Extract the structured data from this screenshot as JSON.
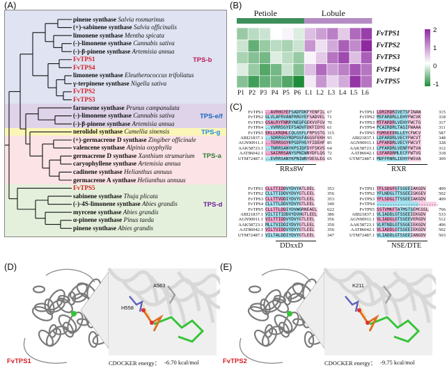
{
  "panels": {
    "a": "(A)",
    "b": "(B)",
    "c": "(C)",
    "d": "(D)",
    "e": "(E)"
  },
  "tree": {
    "leaves": [
      {
        "name": "pinene synthase",
        "species": "Salvia rosmarinus",
        "red": false
      },
      {
        "name": "(+)-sabinene synthase",
        "species": "Salvia officinalis",
        "red": false
      },
      {
        "name": "limonene synthase",
        "species": "Mentha spicata",
        "red": false
      },
      {
        "name": "(-)-limonene synthase",
        "species": "Cannabis sativa",
        "red": false
      },
      {
        "name": "(-)-β-pinene synthase",
        "species": "Artemisia annua",
        "red": false
      },
      {
        "name": "FvTPS1",
        "species": "",
        "red": true
      },
      {
        "name": "FvTPS4",
        "species": "",
        "red": true
      },
      {
        "name": "limonene synthase",
        "species": "Eleutherococcus trifoliatus",
        "red": false
      },
      {
        "name": "γ-terpinene synthase",
        "species": "Nigella sativa",
        "red": false
      },
      {
        "name": "FvTPS2",
        "species": "",
        "red": true
      },
      {
        "name": "FvTPS3",
        "species": "",
        "red": true
      },
      {
        "name": "farnesene synthase",
        "species": "Prunus campanulata",
        "red": false
      },
      {
        "name": "(-)-limonene synthase",
        "species": "Cannabis sativa",
        "red": false
      },
      {
        "name": "(-)-β-pinene synthase",
        "species": "Artemisia annua",
        "red": false
      },
      {
        "name": "nerolidol synthase",
        "species": "Camellia sinensis",
        "red": false
      },
      {
        "name": "(+)-germacrene D synthase",
        "species": "Zingiber officinale",
        "red": false
      },
      {
        "name": "valencene synthase",
        "species": "Alpinia oxyphylla",
        "red": false
      },
      {
        "name": "germacrene D synthase",
        "species": "Xanthium strumarium",
        "red": false
      },
      {
        "name": "caryophyllene synthase",
        "species": "Artemisia annua",
        "red": false
      },
      {
        "name": "cadinene synthase",
        "species": "Helianthus annuus",
        "red": false
      },
      {
        "name": "germacrene A synthase",
        "species": "Helianthus annuus",
        "red": false
      },
      {
        "name": "FvTPS5",
        "species": "",
        "red": true
      },
      {
        "name": "sabinene synthase",
        "species": "Thuja plicata",
        "red": false
      },
      {
        "name": "(-)-4S-limonene synthase",
        "species": "Abies grandis",
        "red": false
      },
      {
        "name": "myrcene synthase",
        "species": "Abies grandis",
        "red": false
      },
      {
        "name": "α-pinene synthase",
        "species": "Pinus taeda",
        "red": false
      },
      {
        "name": "pinene synthase",
        "species": "Abies grandis",
        "red": false
      }
    ],
    "groups": [
      {
        "label": "TPS-b",
        "color": "#c2185b"
      },
      {
        "label": "TPS-e/f",
        "color": "#1565c0"
      },
      {
        "label": "TPS-g",
        "color": "#1e88e5"
      },
      {
        "label": "TPS-a",
        "color": "#2e7d32"
      },
      {
        "label": "TPS-d",
        "color": "#6a1b9a"
      }
    ],
    "band_colors": [
      "#dfe3f2",
      "#ded3e8",
      "#fbf5b8",
      "#fbe3e6",
      "#e5f0dc"
    ]
  },
  "heatmap": {
    "groups": [
      "Petiole",
      "Lobule"
    ],
    "genes": [
      "FvTPS1",
      "FvTPS2",
      "FvTPS3",
      "FvTPS4",
      "FvTPS5"
    ],
    "samples": [
      "P1",
      "P2",
      "P3",
      "P4",
      "P5",
      "P6",
      "L1",
      "L2",
      "L3",
      "L4",
      "L5",
      "L6"
    ],
    "values": [
      [
        -0.6,
        -0.4,
        -0.3,
        0.0,
        0.1,
        -0.2,
        0.6,
        0.9,
        1.2,
        0.5,
        1.4,
        1.8
      ],
      [
        -0.3,
        -0.9,
        -0.6,
        -0.4,
        -0.5,
        -0.3,
        1.0,
        0.3,
        0.8,
        1.5,
        1.1,
        2.0
      ],
      [
        -0.5,
        -0.7,
        -0.8,
        -0.2,
        -0.4,
        -0.6,
        0.1,
        0.5,
        1.3,
        1.7,
        0.6,
        1.5
      ],
      [
        -0.2,
        -0.6,
        -1.0,
        -0.8,
        -0.3,
        -0.7,
        0.6,
        1.4,
        0.9,
        1.2,
        1.6,
        1.3
      ],
      [
        -0.7,
        -1.1,
        -0.9,
        -0.8,
        -1.0,
        -1.3,
        0.2,
        1.0,
        0.4,
        0.8,
        1.9,
        1.3
      ]
    ],
    "scale_ticks": [
      "2",
      "1",
      "0",
      "-1"
    ],
    "colors": {
      "low": "#1f8c3a",
      "mid": "#ffffff",
      "high": "#8e2aa0",
      "group_petiole": "#3f8f5b",
      "group_lobule": "#b48cc4"
    }
  },
  "alignment": {
    "blocks": [
      {
        "motif": "RRx8W",
        "rows": [
          {
            "id": "FvTPS1",
            "seq": "..AVRHGYEFSADFDKFYENFIL",
            "num": "67"
          },
          {
            "id": "FvTPS2",
            "seq": "GLVLAFRVANFRRGYEFSADVEL",
            "num": "71"
          },
          {
            "id": "FvTPS3",
            "seq": "GSALRYFNRRYNEQFGEKVVFGV",
            "num": "70"
          },
          {
            "id": "FvTPS4",
            "seq": "..VVRRSGYEFSADVFDKFIDYG",
            "num": "61"
          },
          {
            "id": "FvTPS5",
            "seq": "EKLLKRQHLCQLGSFLFRPSSTG",
            "num": "315"
          },
          {
            "id": "ABI21837.1",
            "seq": "..SDRRSGYRDPGSFAGGSFEKH",
            "num": "93"
          },
          {
            "id": "AGN90911.1",
            "seq": "..TERRSGYKPSDFHSYFIDEHF",
            "num": "85"
          },
          {
            "id": "AAK58723.1",
            "seq": "..TNRRSANYKPSIDFDYFSKVS",
            "num": "64"
          },
          {
            "id": "AAT86042.1",
            "seq": "..SAIRRSANYSPNIWNYDFLQS",
            "num": "72"
          },
          {
            "id": "UTM72487.1",
            "seq": "..EVRRSANYKPNIWNYDESLEG",
            "num": "65"
          }
        ]
      },
      {
        "motif": "RXR",
        "rows": [
          {
            "id": "FvTPS1",
            "seq": "LDRIRDRIVETSFINAW",
            "num": "315"
          },
          {
            "id": "FvTPS2",
            "seq": "MSFARDRLLEHYFWCVK",
            "num": "318"
          },
          {
            "id": "FvTPS3",
            "seq": "MTFARDRLVEHYFWCTG",
            "num": "317"
          },
          {
            "id": "FvTPS4",
            "seq": "PCAIRDRLTASIFWAAA",
            "num": "311"
          },
          {
            "id": "FvTPS5",
            "seq": "FGMSEEEKLLEYCFWCV",
            "num": "587"
          },
          {
            "id": "ABI21837.1",
            "seq": "LDFARDRLVECYFWCVT",
            "num": "348"
          },
          {
            "id": "AGN90911.1",
            "seq": "LPFARDRLVECYFWCVT",
            "num": "328"
          },
          {
            "id": "AAK58723.1",
            "seq": "LPFARDRLVENFFWTVA",
            "num": "312"
          },
          {
            "id": "AAT86042.1",
            "seq": "LSFARDRMLECFFWTVG",
            "num": "318"
          },
          {
            "id": "UTM72487.1",
            "seq": "MDFFRNRLIEHYFWSVA",
            "num": "309"
          }
        ]
      },
      {
        "motif": "DDxxD",
        "rows": [
          {
            "id": "FvTPS1",
            "seq": "CLLTTIDDVYDVYATLDEL",
            "num": "353"
          },
          {
            "id": "FvTPS2",
            "seq": "CLLTTIDDVYDVYGTLEEL",
            "num": "356"
          },
          {
            "id": "FvTPS3",
            "seq": "CLLTTVDDIYDVYGTLEEL",
            "num": "353"
          },
          {
            "id": "FvTPS4",
            "seq": "CLLTTLDDVYDVYGTLEEL",
            "num": "349"
          },
          {
            "id": "FvTPS5",
            "seq": "CLLTTLDDIYDVWGRNEAEL",
            "num": "622"
          },
          {
            "id": "ABI21837.1",
            "seq": "VILTITIDDVYDVHGTLEEL",
            "num": "386"
          },
          {
            "id": "AGN90911.1",
            "seq": "VILTTIDDVYDVYGTLEEL",
            "num": "356"
          },
          {
            "id": "AAK58723.1",
            "seq": "MLLTVIDDIYDVYGTLEEL",
            "num": "350"
          },
          {
            "id": "AAT86042.1",
            "seq": "VILTVIDDVYDVYGTLEEL",
            "num": "356"
          },
          {
            "id": "UTM72487.1",
            "seq": "VILTALDDIYDVYGTLEEL",
            "num": "347"
          }
        ]
      },
      {
        "motif": "NSE/DTE",
        "rows": [
          {
            "id": "FvTPS1",
            "seq": "TFLSDGFGTSSEEIAKGDV",
            "num": "499"
          },
          {
            "id": "FvTPS2",
            "seq": "YFLNDGLTTSSEEIGKGEV",
            "num": "502"
          },
          {
            "id": "FvTPS3",
            "seq": "YFLSDGLTTSSEEIAKGDV",
            "num": "499"
          },
          {
            "id": "FvTPS4",
            "seq": "........................",
            "num": ""
          },
          {
            "id": "FvTPS5",
            "seq": "SSTVMKFTATMSTSEMCGSL",
            "num": "766"
          },
          {
            "id": "ABI21837.1",
            "seq": "VLIADDLGTSSEEIEKGDV",
            "num": "533"
          },
          {
            "id": "AGN90911.1",
            "seq": "VLIADGLGTSSEEVERGDV",
            "num": "512"
          },
          {
            "id": "AAK58723.1",
            "seq": "VLRTNDLGTSSGEIEKGDV",
            "num": "496"
          },
          {
            "id": "AAT86042.1",
            "seq": "VLIADDLGTSSEEIEKGDV",
            "num": "502"
          },
          {
            "id": "UTM72487.1",
            "seq": "VLIADDLGTSSEEIANGDV",
            "num": "503"
          }
        ]
      }
    ]
  },
  "docking": [
    {
      "protein": "FvTPS1",
      "residues": [
        "A563",
        "H558"
      ],
      "energy_label": "CDOCKER energy：",
      "energy_value": "-6.70 kcal/mol"
    },
    {
      "protein": "FvTPS2",
      "residues": [
        "K211"
      ],
      "energy_label": "CDOCKER energy：",
      "energy_value": "-9.75 kcal/mol"
    }
  ]
}
